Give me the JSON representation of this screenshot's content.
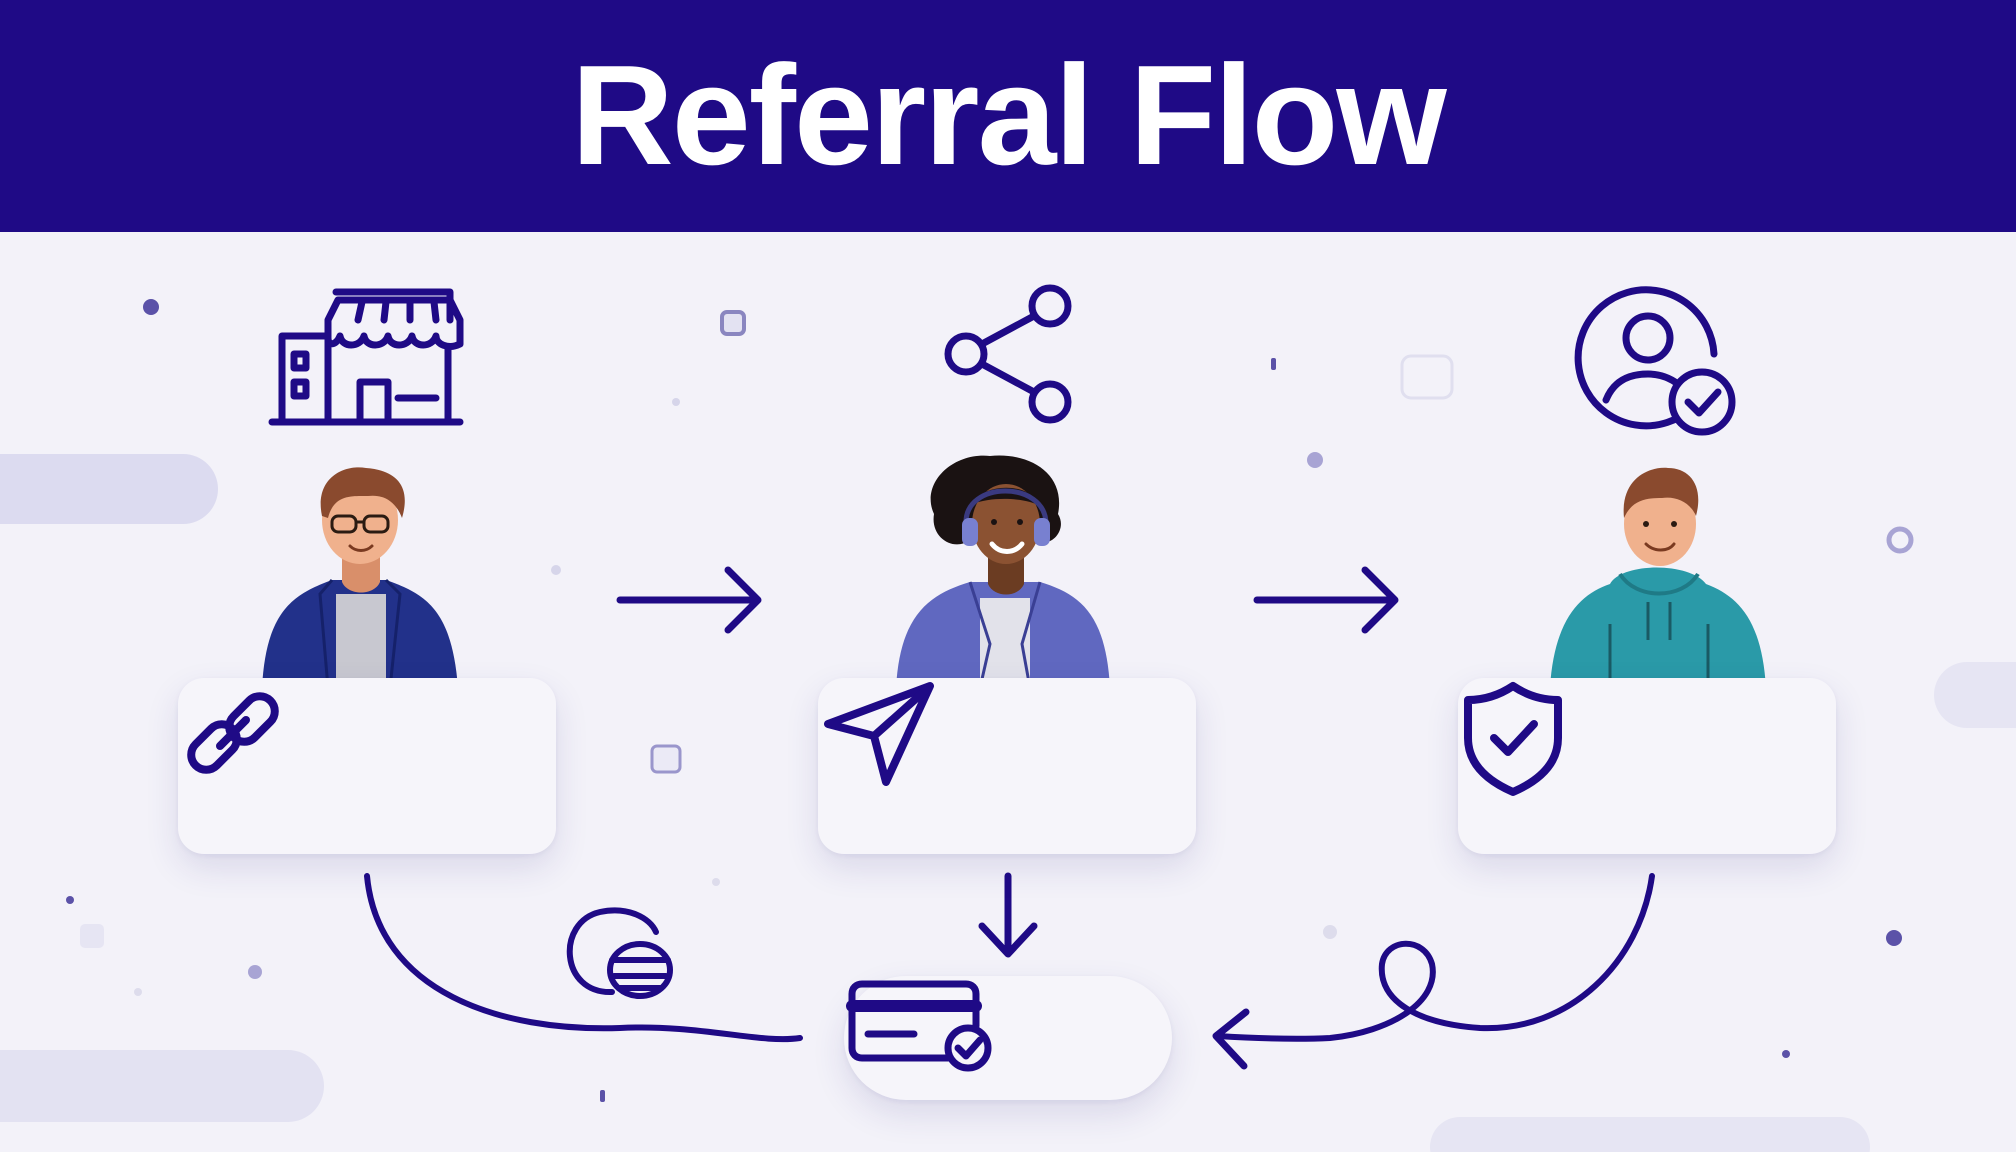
{
  "header": {
    "title": "Referral Flow"
  },
  "colors": {
    "header_bg": "#1f0a86",
    "accent": "#1f0a86",
    "background": "#f3f2f9",
    "card_bg": "#f6f5fa"
  },
  "diagram": {
    "steps": [
      {
        "person": "man-with-glasses",
        "top_icon": "storefront-icon",
        "card_icon": "link-icon"
      },
      {
        "person": "woman-with-headset",
        "top_icon": "share-icon",
        "card_icon": "send-icon"
      },
      {
        "person": "man-in-hoodie",
        "top_icon": "user-check-icon",
        "card_icon": "shield-check-icon"
      }
    ],
    "bottom_node": {
      "icon": "credit-card-check-icon"
    },
    "connector_icons": [
      "coins-icon"
    ]
  }
}
